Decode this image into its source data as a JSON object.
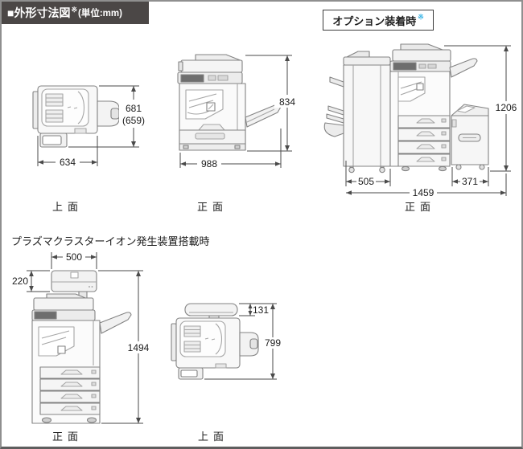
{
  "page": {
    "title": "■外形寸法図",
    "title_note": "※",
    "title_unit": "(単位:mm)"
  },
  "option_box": {
    "label": "オプション装着時",
    "note": "※"
  },
  "section2_heading": "プラズマクラスターイオン発生装置搭載時",
  "colors": {
    "header_bg": "#4b4746",
    "note_cyan": "#39b4e6"
  },
  "diagrams": {
    "standard_top": {
      "caption": "上面",
      "dims": {
        "depth": "681",
        "depth_paren": "(659)",
        "width": "634"
      }
    },
    "standard_front": {
      "caption": "正面",
      "dims": {
        "height": "834",
        "width": "988"
      }
    },
    "option_front": {
      "caption": "正面",
      "dims": {
        "height": "1206",
        "finisher_width": "505",
        "cabinet_width": "371",
        "total_width": "1459"
      }
    },
    "plasma_front": {
      "caption": "正面",
      "dims": {
        "unit_width": "500",
        "unit_height": "220",
        "height": "1494"
      }
    },
    "plasma_top": {
      "caption": "上面",
      "dims": {
        "unit_depth": "131",
        "depth": "799"
      }
    }
  }
}
